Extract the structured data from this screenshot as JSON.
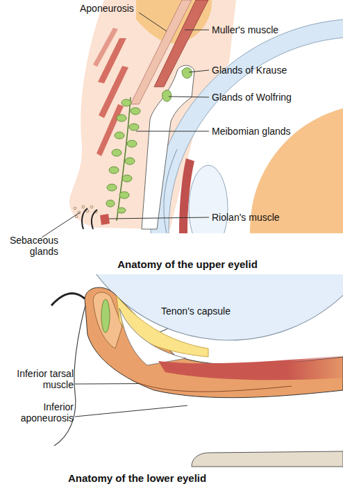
{
  "diagram": {
    "labels": [
      "Aponeurosis",
      "Muller's muscle",
      "Glands of Krause",
      "Glands of Wolfring",
      "Meibomian glands",
      "Sebaceous glands",
      "Riolan's muscle",
      "Anatomy of the upper eyelid",
      "Tenon's capsule",
      "Inferior tarsal muscle",
      "Inferior aponeurosis",
      "Anatomy of the lower eyelid"
    ]
  }
}
